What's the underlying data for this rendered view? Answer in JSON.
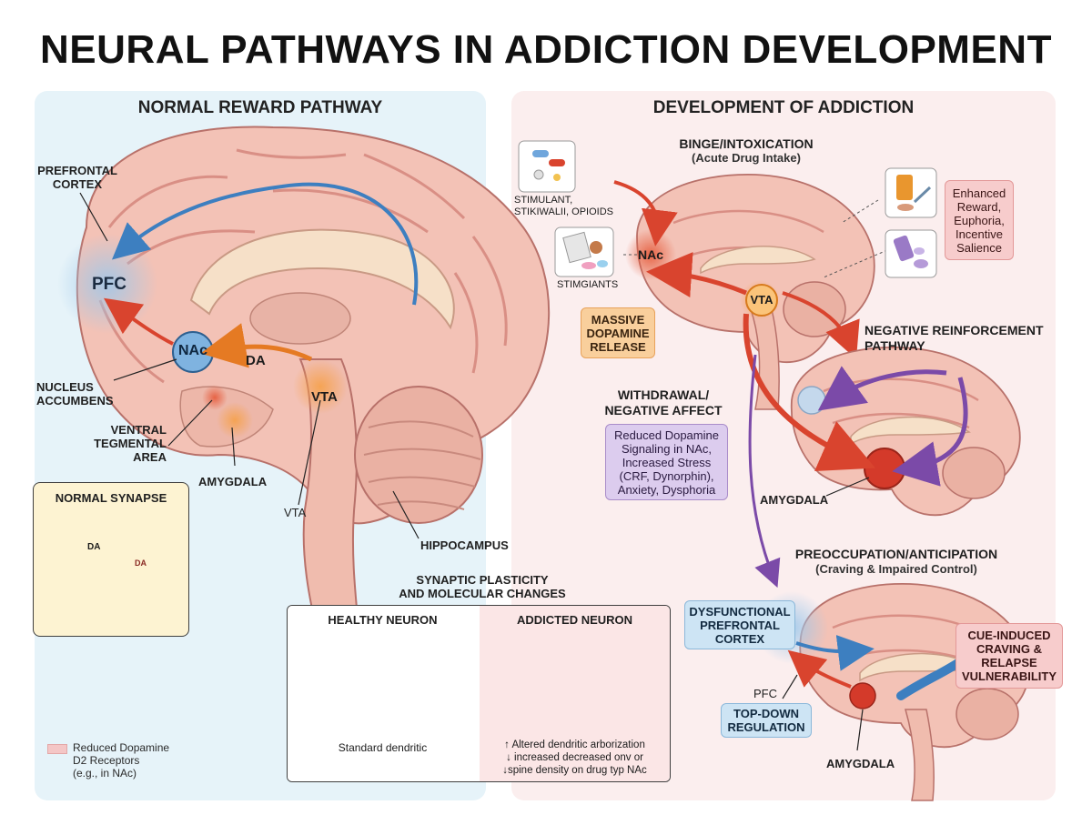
{
  "title": "NEURAL PATHWAYS IN ADDICTION DEVELOPMENT",
  "left_panel": {
    "heading": "NORMAL REWARD PATHWAY",
    "labels": {
      "prefrontal_cortex": "PREFRONTAL\nCORTEX",
      "pfc": "PFC",
      "nac": "NAc",
      "da": "DA",
      "vta": "VTA",
      "nucleus_accumbens": "NUCLEUS\nACCUMBENS",
      "ventral_tegmental_area": "VENTRAL\nTEGMENTAL\nAREA",
      "amygdala": "AMYGDALA",
      "vta_pointer": "VTA",
      "hippocampus": "HIPPOCAMPUS"
    },
    "synapse": {
      "heading": "NORMAL SYNAPSE",
      "da_left": "DA",
      "da_right": "DA"
    },
    "legend": {
      "text": "Reduced Dopamine\nD2 Receptors\n(e.g., in NAc)"
    }
  },
  "plasticity": {
    "heading": "SYNAPTIC PLASTICITY\nAND MOLECULAR CHANGES",
    "healthy_title": "HEALTHY NEURON",
    "addicted_title": "ADDICTED NEURON",
    "healthy_caption": "Standard dendritic",
    "addicted_caption": "↑ Altered dendritic arborization\n↓ increased decreased onv or\n↓spine density on drug typ NAc"
  },
  "right_panel": {
    "heading": "DEVELOPMENT OF ADDICTION",
    "binge": {
      "title": "BINGE/INTOXICATION",
      "subtitle": "(Acute Drug Intake)",
      "drug_label_1": "STIMULANT,\nSTIKIWALII, OPIOIDS",
      "drug_label_2": "STIMGIANTS",
      "nac": "NAc",
      "vta": "VTA",
      "massive_box": "MASSIVE\nDOPAMINE\nRELEASE",
      "enhanced_box": "Enhanced\nReward,\nEuphoria,\nIncentive\nSalience"
    },
    "negative": {
      "title": "NEGATIVE REINFORCEMENT\nPATHWAY",
      "withdrawal_title": "WITHDRAWAL/\nNEGATIVE AFFECT",
      "withdrawal_box": "Reduced Dopamine\nSignaling in NAc,\nIncreased Stress\n(CRF, Dynorphin),\nAnxiety, Dysphoria",
      "amygdala": "AMYGDALA"
    },
    "preoccupation": {
      "title": "PREOCCUPATION/ANTICIPATION",
      "subtitle": "(Craving & Impaired Control)",
      "dysfunctional": "DYSFUNCTIONAL\nPREFRONTAL\nCORTEX",
      "pfc": "PFC",
      "topdown_box": "TOP-DOWN\nREGULATION",
      "cue_box": "CUE-INDUCED\nCRAVING &\nRELAPSE\nVULNERABILITY",
      "amygdala": "AMYGDALA"
    }
  },
  "colors": {
    "brain_fill": "#f3c2b6",
    "brain_gyri": "#d98f85",
    "arrow_blue": "#3d7fc0",
    "arrow_orange": "#e57a23",
    "arrow_red": "#d9442e",
    "arrow_purple": "#7b4aa8"
  }
}
